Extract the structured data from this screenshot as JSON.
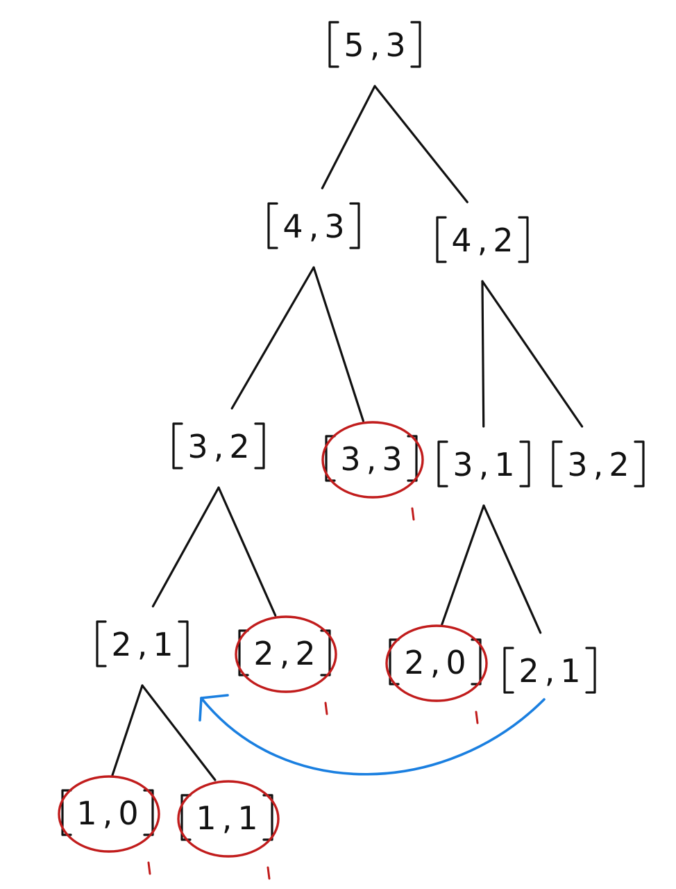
{
  "colors": {
    "ink": "#111111",
    "base_case": "#c11c1c",
    "memo_arrow": "#1a7fe0"
  },
  "nodes": [
    {
      "id": "n53",
      "a": "5",
      "b": "3",
      "base": false
    },
    {
      "id": "n43",
      "a": "4",
      "b": "3",
      "base": false
    },
    {
      "id": "n42",
      "a": "4",
      "b": "2",
      "base": false
    },
    {
      "id": "n32a",
      "a": "3",
      "b": "2",
      "base": false
    },
    {
      "id": "n33",
      "a": "3",
      "b": "3",
      "base": true
    },
    {
      "id": "n31",
      "a": "3",
      "b": "1",
      "base": false
    },
    {
      "id": "n32b",
      "a": "3",
      "b": "2",
      "base": false
    },
    {
      "id": "n21a",
      "a": "2",
      "b": "1",
      "base": false
    },
    {
      "id": "n22",
      "a": "2",
      "b": "2",
      "base": true
    },
    {
      "id": "n20",
      "a": "2",
      "b": "0",
      "base": true
    },
    {
      "id": "n21b",
      "a": "2",
      "b": "1",
      "base": false
    },
    {
      "id": "n10",
      "a": "1",
      "b": "0",
      "base": true
    },
    {
      "id": "n11",
      "a": "1",
      "b": "1",
      "base": true
    }
  ],
  "edges": [
    [
      "n53",
      "n43"
    ],
    [
      "n53",
      "n42"
    ],
    [
      "n43",
      "n32a"
    ],
    [
      "n43",
      "n33"
    ],
    [
      "n42",
      "n31"
    ],
    [
      "n42",
      "n32b"
    ],
    [
      "n32a",
      "n21a"
    ],
    [
      "n32a",
      "n22"
    ],
    [
      "n31",
      "n20"
    ],
    [
      "n31",
      "n21b"
    ],
    [
      "n21a",
      "n10"
    ],
    [
      "n21a",
      "n11"
    ]
  ],
  "memo_arrow": {
    "from": "n21b",
    "to": "n21a"
  }
}
